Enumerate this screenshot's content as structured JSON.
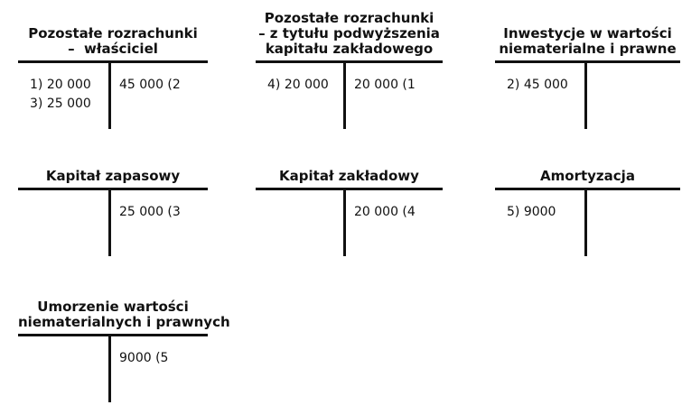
{
  "accounts": [
    {
      "title": "Pozostałe rozrachunki\n–  właściciel",
      "debit": [
        "1) 20 000",
        "3) 25 000"
      ],
      "credit": [
        "45 000 (2"
      ]
    },
    {
      "title": "Pozostałe rozrachunki\n– z tytułu podwyższenia\nkapitału zakładowego",
      "debit": [
        "4) 20 000"
      ],
      "credit": [
        "20 000 (1"
      ]
    },
    {
      "title": "Inwestycje w wartości\nniematerialne i prawne",
      "debit": [
        "2) 45 000"
      ],
      "credit": []
    },
    {
      "title": "Kapitał zapasowy",
      "debit": [],
      "credit": [
        "25 000 (3"
      ]
    },
    {
      "title": "Kapitał zakładowy",
      "debit": [],
      "credit": [
        "20 000 (4"
      ]
    },
    {
      "title": "Amortyzacja",
      "debit": [
        "5) 9000"
      ],
      "credit": []
    },
    {
      "title": "Umorzenie wartości\nniematerialnych i prawnych",
      "debit": [],
      "credit": [
        "9000 (5"
      ]
    }
  ]
}
